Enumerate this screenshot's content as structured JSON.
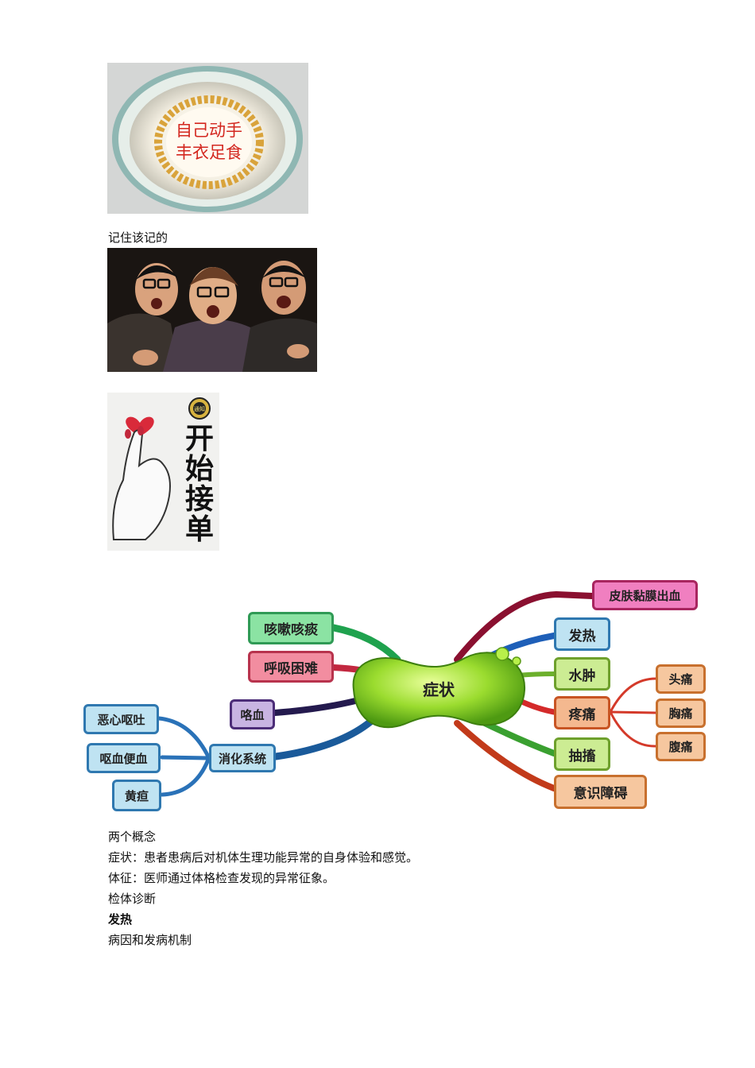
{
  "images": {
    "bowl": {
      "line1": "自己动手",
      "line2": "丰衣足食"
    },
    "sticker": {
      "badge": "通知",
      "chars": [
        "开",
        "始",
        "接",
        "单"
      ]
    }
  },
  "caption_remember": "记住该记的",
  "mindmap": {
    "center": "症状",
    "left": [
      "咳嗽咳痰",
      "呼吸困难",
      "咯血"
    ],
    "digestive": {
      "label": "消化系统",
      "children": [
        "恶心呕吐",
        "呕血便血",
        "黄疸"
      ]
    },
    "right": [
      "皮肤黏膜出血",
      "发热",
      "水肿",
      "疼痛",
      "抽搐",
      "意识障碍"
    ],
    "pain_children": [
      "头痛",
      "胸痛",
      "腹痛"
    ]
  },
  "text": {
    "two_concepts": "两个概念",
    "symptom_def": "症状：患者患病后对机体生理功能异常的自身体验和感觉。",
    "sign_def": "体征：医师通过体格检查发现的异常征象。",
    "exam": "检体诊断",
    "fever": "发热",
    "etiology": "病因和发病机制"
  }
}
